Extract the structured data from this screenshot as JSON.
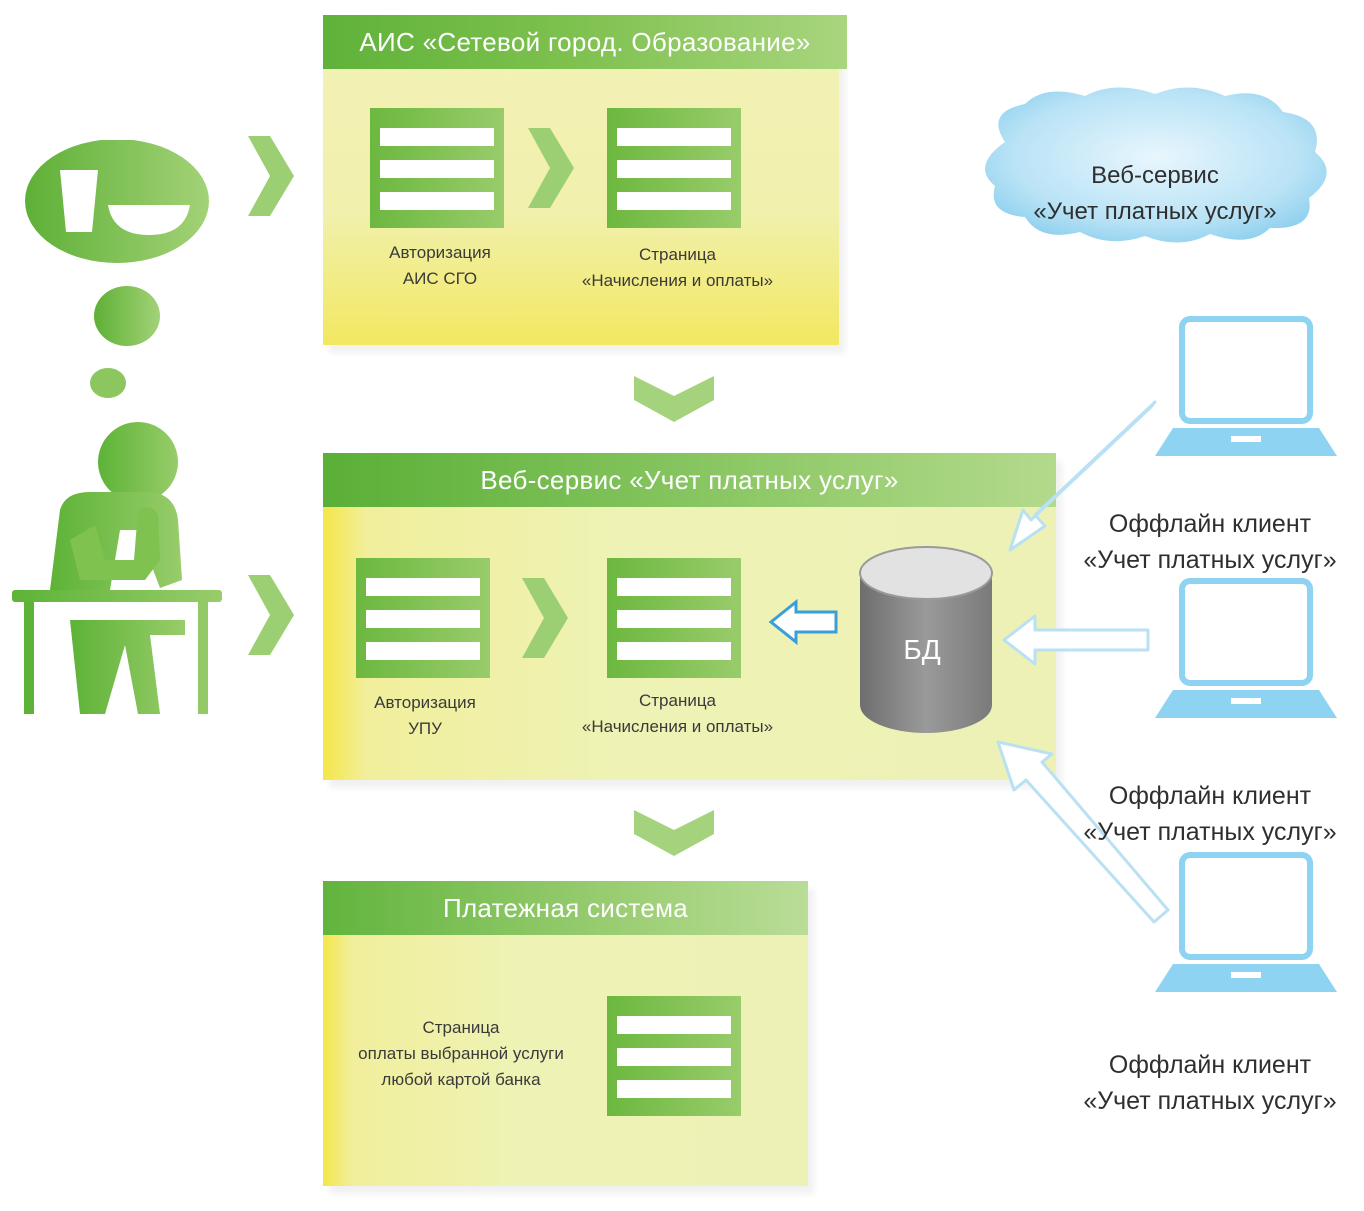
{
  "colors": {
    "green_dark": "#5fb23a",
    "green_light": "#a9d57e",
    "panel_fill": "#eef2b4",
    "panel_yellow": "#f4e64a",
    "cloud_blue": "#9fd7ef",
    "laptop_blue": "#8fd3f3",
    "db_gray": "#8a8a8a"
  },
  "blocks": {
    "ais": {
      "title": "АИС «Сетевой город. Образование»",
      "auth_caption": "Авторизация\nАИС СГО",
      "page_caption": "Страница\n«Начисления и оплаты»"
    },
    "ups": {
      "title": "Веб-сервис «Учет платных услуг»",
      "auth_caption": "Авторизация\nУПУ",
      "page_caption": "Страница\n«Начисления и оплаты»",
      "db_label": "БД"
    },
    "payment": {
      "title": "Платежная система",
      "page_caption": "Страница\nоплаты выбранной услуги\nлюбой картой банка"
    }
  },
  "cloud": {
    "label": "Веб-сервис\n«Учет платных услуг»"
  },
  "clients": [
    {
      "label": "Оффлайн клиент\n«Учет платных услуг»"
    },
    {
      "label": "Оффлайн клиент\n«Учет платных услуг»"
    },
    {
      "label": "Оффлайн клиент\n«Учет платных услуг»"
    }
  ],
  "icons": {
    "user": "person-at-desk-icon",
    "thought": "thought-bubble-icon",
    "laptop": "laptop-icon",
    "database": "database-icon",
    "cloud": "cloud-icon",
    "form": "form-icon"
  }
}
